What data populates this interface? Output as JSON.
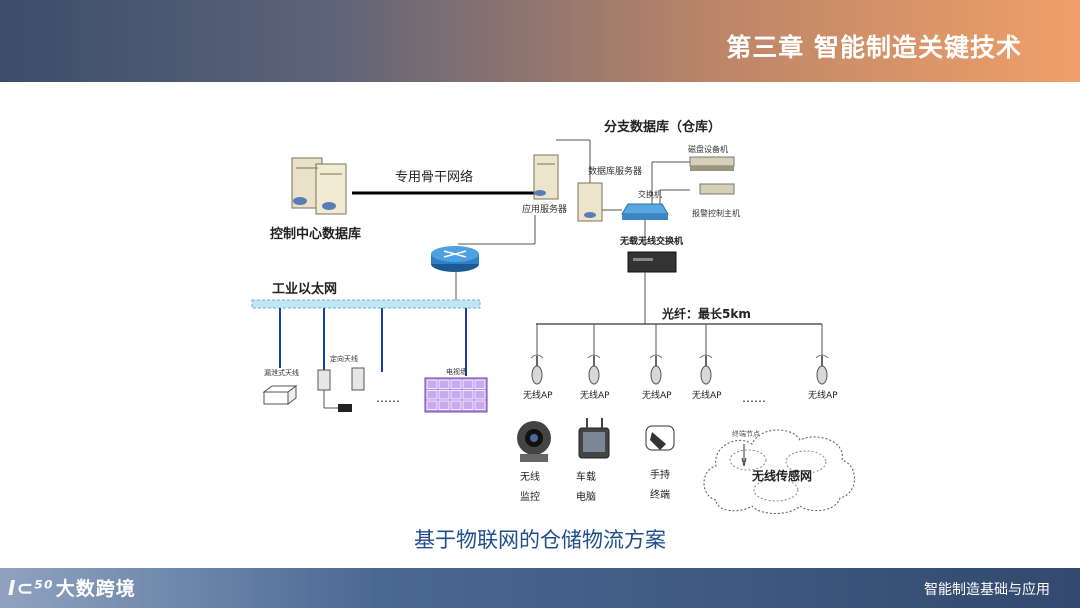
{
  "header": {
    "title": "第三章 智能制造关键技术"
  },
  "diagram": {
    "branch_db": "分支数据库（仓库）",
    "backbone": "专用骨干网络",
    "control_center": "控制中心数据库",
    "app_server": "应用服务器",
    "db_server": "数据库服务器",
    "switch": "交换机",
    "disk_backup": "磁盘设备机",
    "alarm_host": "报警控制主机",
    "wireless_switch": "无载无线交换机",
    "industrial_ethernet": "工业以太网",
    "fiber": "光纤：最长5km",
    "leaky_antenna": "漏泄式天线",
    "directional_antenna": "定向天线",
    "tv_wall": "电视墙",
    "ellipsis": "……",
    "ap_label": "无线AP",
    "monitor_l1": "无线",
    "monitor_l2": "监控",
    "vehicle_l1": "车载",
    "vehicle_l2": "电脑",
    "handheld_l1": "手持",
    "handheld_l2": "终端",
    "sensor_node": "终端节点",
    "sensor_net": "无线传感网"
  },
  "caption": "基于物联网的仓储物流方案",
  "footer": {
    "logo_mark": "I⊂⁵⁰",
    "logo_text": "大数跨境",
    "right": "智能制造基础与应用"
  }
}
